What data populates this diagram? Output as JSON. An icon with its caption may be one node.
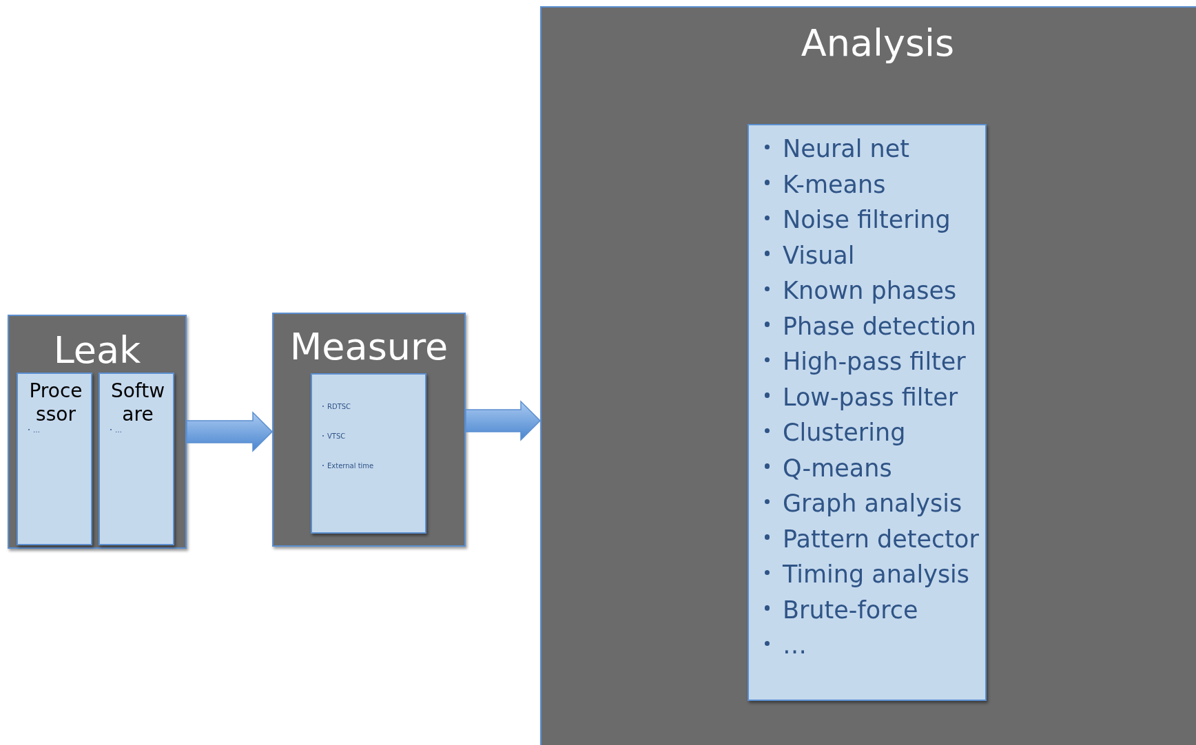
{
  "diagram": {
    "nodes": [
      {
        "text": [
          "Leak"
        ]
      },
      {
        "text": [
          "Processor",
          "…"
        ],
        "in": 0
      },
      {
        "text": [
          "Software",
          "…"
        ],
        "in": 0
      },
      {
        "text": [
          "Measure"
        ]
      },
      {
        "text": [
          "RDTSC",
          "VTSC",
          "External time"
        ],
        "in": 3
      },
      {
        "text": [
          "Analysis"
        ]
      },
      {
        "text": [
          "Neural net",
          "K-means",
          "Noise filtering",
          "Visual",
          "Known phases",
          "Phase detection",
          "High-pass filter",
          "Low-pass filter",
          "Clustering",
          "Q-means",
          "Graph analysis",
          "Pattern detector",
          "Timing analysis",
          "Brute-force",
          "…"
        ],
        "in": 5
      }
    ],
    "edges": [
      {
        "from": 0,
        "to": 3,
        "arrow": "to",
        "style": "thick"
      },
      {
        "from": 3,
        "to": 5,
        "arrow": "to",
        "style": "thick"
      }
    ]
  }
}
